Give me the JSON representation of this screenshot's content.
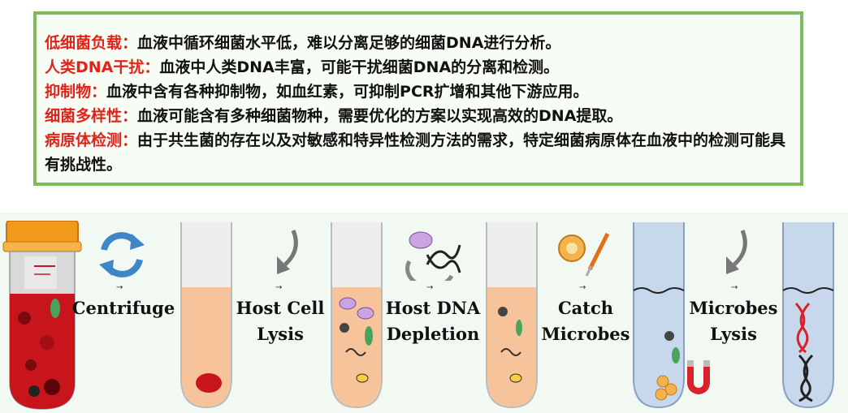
{
  "challenges": [
    {
      "key": "低细菌负载：",
      "text": "血液中循环细菌水平低，难以分离足够的细菌DNA进行分析。"
    },
    {
      "key": "人类DNA干扰：",
      "text": "血液中人类DNA丰富，可能干扰细菌DNA的分离和检测。"
    },
    {
      "key": "抑制物：",
      "text": "血液中含有各种抑制物，如血红素，可抑制PCR扩增和其他下游应用。"
    },
    {
      "key": "细菌多样性：",
      "text": "血液可能含有多种细菌物种，需要优化的方案以实现高效的DNA提取。"
    },
    {
      "key": "病原体检测：",
      "text": "由于共生菌的存在以及对敏感和特异性检测方法的需求，特定细菌病原体在血液中的检测可能具有挑战性。"
    }
  ],
  "steps": [
    {
      "line1": "Centrifuge",
      "line2": ""
    },
    {
      "line1": "Host Cell",
      "line2": "Lysis"
    },
    {
      "line1": "Host DNA",
      "line2": "Depletion"
    },
    {
      "line1": "Catch",
      "line2": "Microbes"
    },
    {
      "line1": "Microbes",
      "line2": "Lysis"
    }
  ],
  "colors": {
    "accent_red": "#e2231a",
    "box_border": "#7dbb5b",
    "cycle_blue": "#3f86c8",
    "blood_red": "#c8151b",
    "serum_peach": "#f6c39b",
    "tube_blue": "#c8d8ec"
  },
  "icons": [
    "cycle-arrows-icon",
    "curved-down-arrow-icon",
    "dna-cycle-icon",
    "beads-pipette-icon",
    "magnet-icon"
  ]
}
